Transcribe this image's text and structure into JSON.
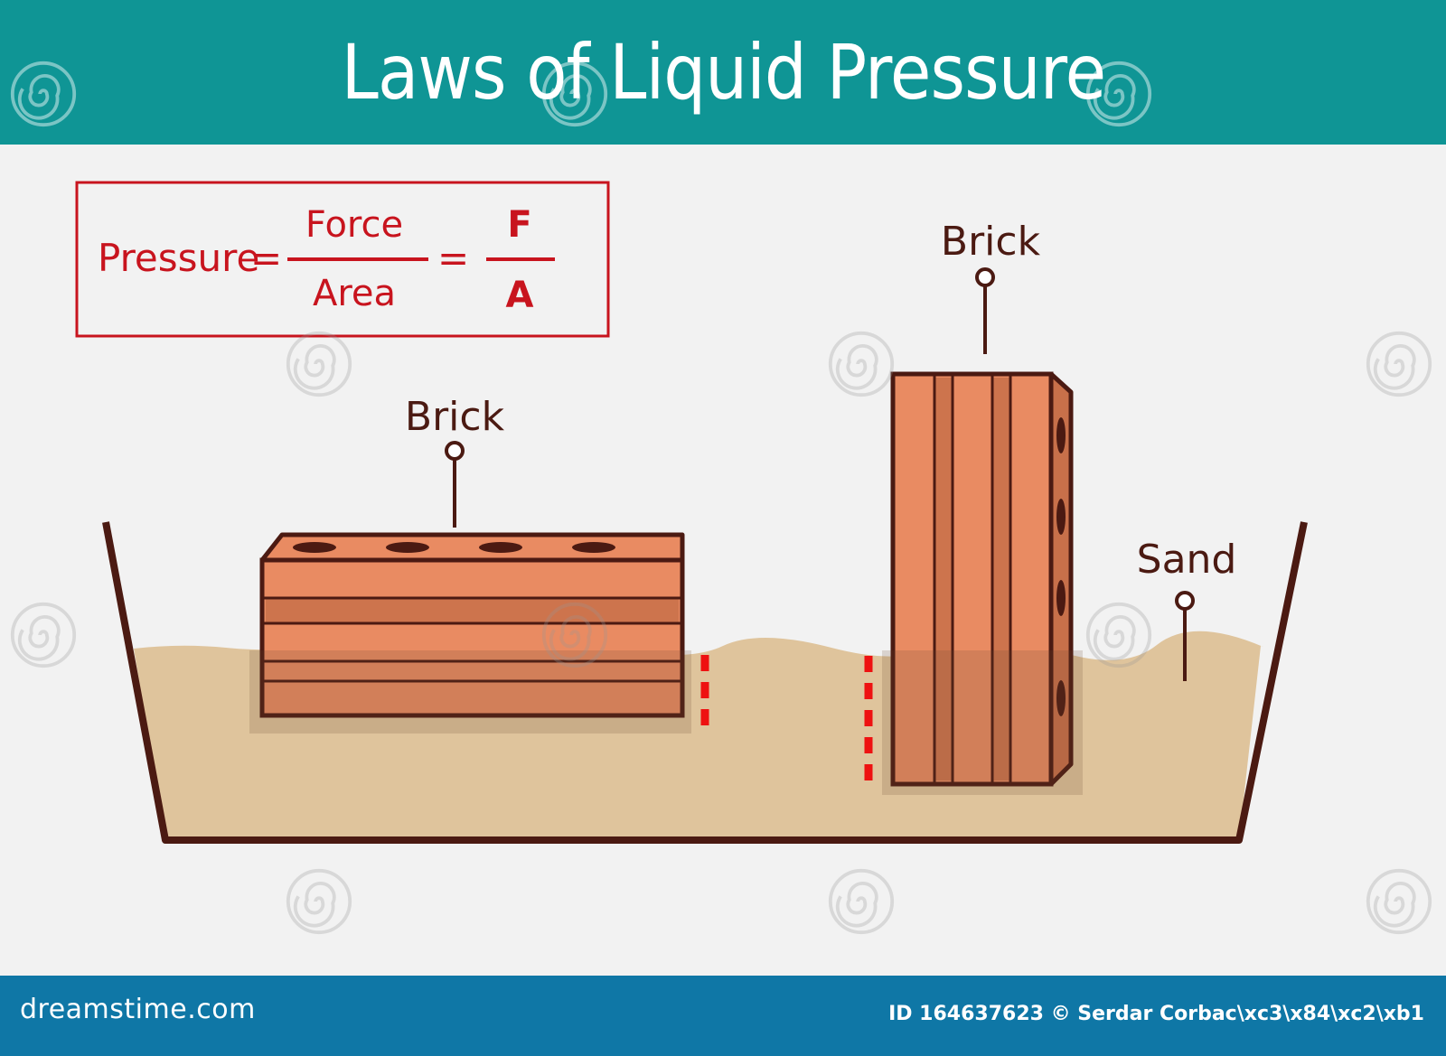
{
  "title": "Laws of Liquid Pressure",
  "formula": {
    "lhs": "Pressure",
    "equals": "=",
    "numerator": "Force",
    "denominator": "Area",
    "symbol_numerator": "F",
    "symbol_denominator": "A"
  },
  "labels": {
    "brick_flat": "Brick",
    "brick_upright": "Brick",
    "sand": "Sand"
  },
  "footer": {
    "logo": "dreamstime.com",
    "credit": "ID 164637623 © Serdar Corbac\\xc3\\x84\\xc2\\xb1"
  },
  "colors": {
    "title_bar": "#0f9595",
    "footer_bar": "#0f77a6",
    "formula_red": "#c8141e",
    "brick": "#e98b62",
    "brick_dark": "#c8704a",
    "outline": "#4b1a12",
    "sand": "#dfc49c",
    "depth_marker": "#ee1111"
  },
  "icons": {
    "watermark": "spiral-watermark-icon",
    "pin": "label-pin-icon"
  }
}
